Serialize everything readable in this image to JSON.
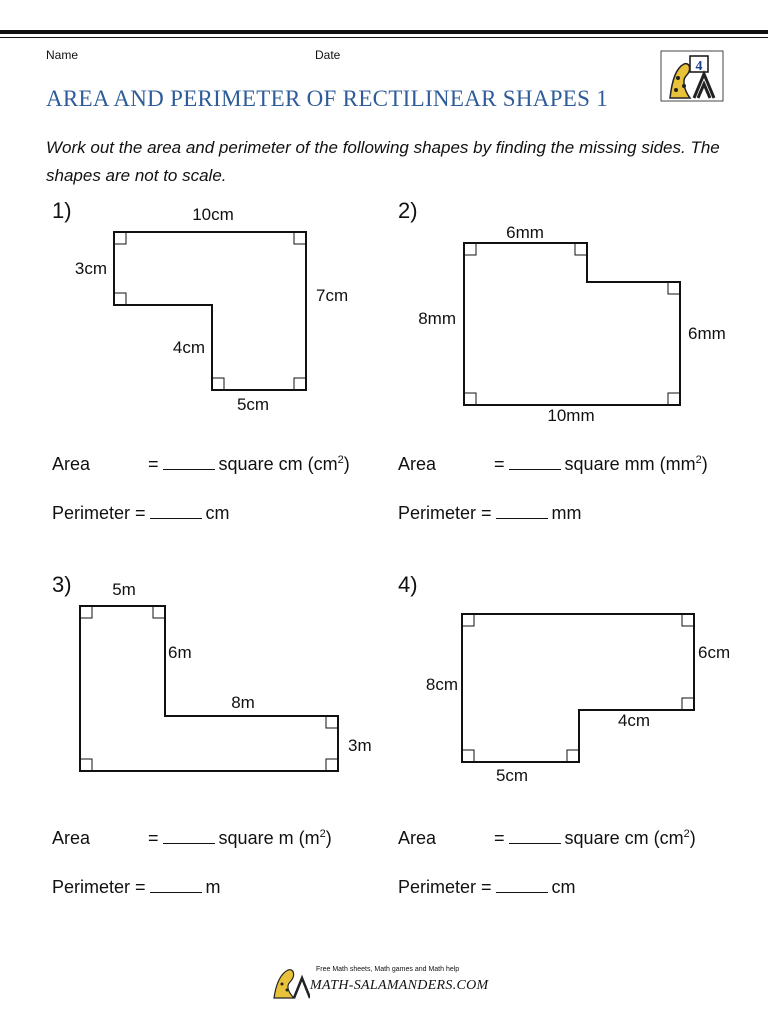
{
  "header": {
    "name_label": "Name",
    "date_label": "Date",
    "title": "AREA AND PERIMETER OF RECTILINEAR SHAPES 1",
    "grade_badge": "4",
    "title_color": "#2e5c9a"
  },
  "instructions": "Work out the area and perimeter of the following shapes by finding the missing sides. The shapes are not to scale.",
  "questions": [
    {
      "number": "1)",
      "labels": [
        "10cm",
        "3cm",
        "7cm",
        "4cm",
        "5cm"
      ],
      "area_label": "Area",
      "area_eq": "=",
      "area_unit_pre": "square cm (cm",
      "area_unit_sup": "2",
      "area_unit_post": ")",
      "perimeter_label": "Perimeter =",
      "perimeter_unit": "cm"
    },
    {
      "number": "2)",
      "labels": [
        "6mm",
        "8mm",
        "6mm",
        "10mm"
      ],
      "area_label": "Area",
      "area_eq": "=",
      "area_unit_pre": "square mm (mm",
      "area_unit_sup": "2",
      "area_unit_post": ")",
      "perimeter_label": "Perimeter =",
      "perimeter_unit": "mm"
    },
    {
      "number": "3)",
      "labels": [
        "5m",
        "6m",
        "8m",
        "3m"
      ],
      "area_label": "Area",
      "area_eq": "=",
      "area_unit_pre": "square m (m",
      "area_unit_sup": "2",
      "area_unit_post": ")",
      "perimeter_label": "Perimeter =",
      "perimeter_unit": "m"
    },
    {
      "number": "4)",
      "labels": [
        "8cm",
        "6cm",
        "4cm",
        "5cm"
      ],
      "area_label": "Area",
      "area_eq": "=",
      "area_unit_pre": "square cm (cm",
      "area_unit_sup": "2",
      "area_unit_post": ")",
      "perimeter_label": "Perimeter =",
      "perimeter_unit": "cm"
    }
  ],
  "footer": {
    "tagline": "Free Math sheets, Math games and Math help",
    "site": "MATH-SALAMANDERS.COM"
  }
}
